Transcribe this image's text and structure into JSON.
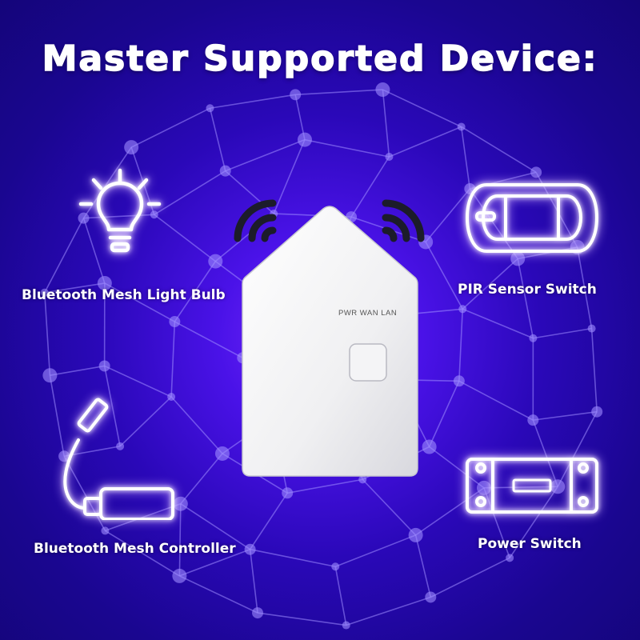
{
  "title": "Master Supported Device:",
  "devices": {
    "light_bulb": {
      "label": "Bluetooth Mesh Light Bulb",
      "icon": "light-bulb-icon"
    },
    "pir_switch": {
      "label": "PIR Sensor Switch",
      "icon": "pir-sensor-switch-icon"
    },
    "controller": {
      "label": "Bluetooth Mesh Controller",
      "icon": "mesh-controller-icon"
    },
    "power_switch": {
      "label": "Power Switch",
      "icon": "power-switch-icon"
    }
  },
  "hub": {
    "icon": "gateway-hub-icon",
    "leds_label": "PWR WAN LAN"
  },
  "colors": {
    "background_center": "#7a2cff",
    "background_edge": "#14057a",
    "network_lines": "#9f8cff",
    "hub_body": "#f2f2f2",
    "wifi_waves": "#1c1c2a"
  }
}
